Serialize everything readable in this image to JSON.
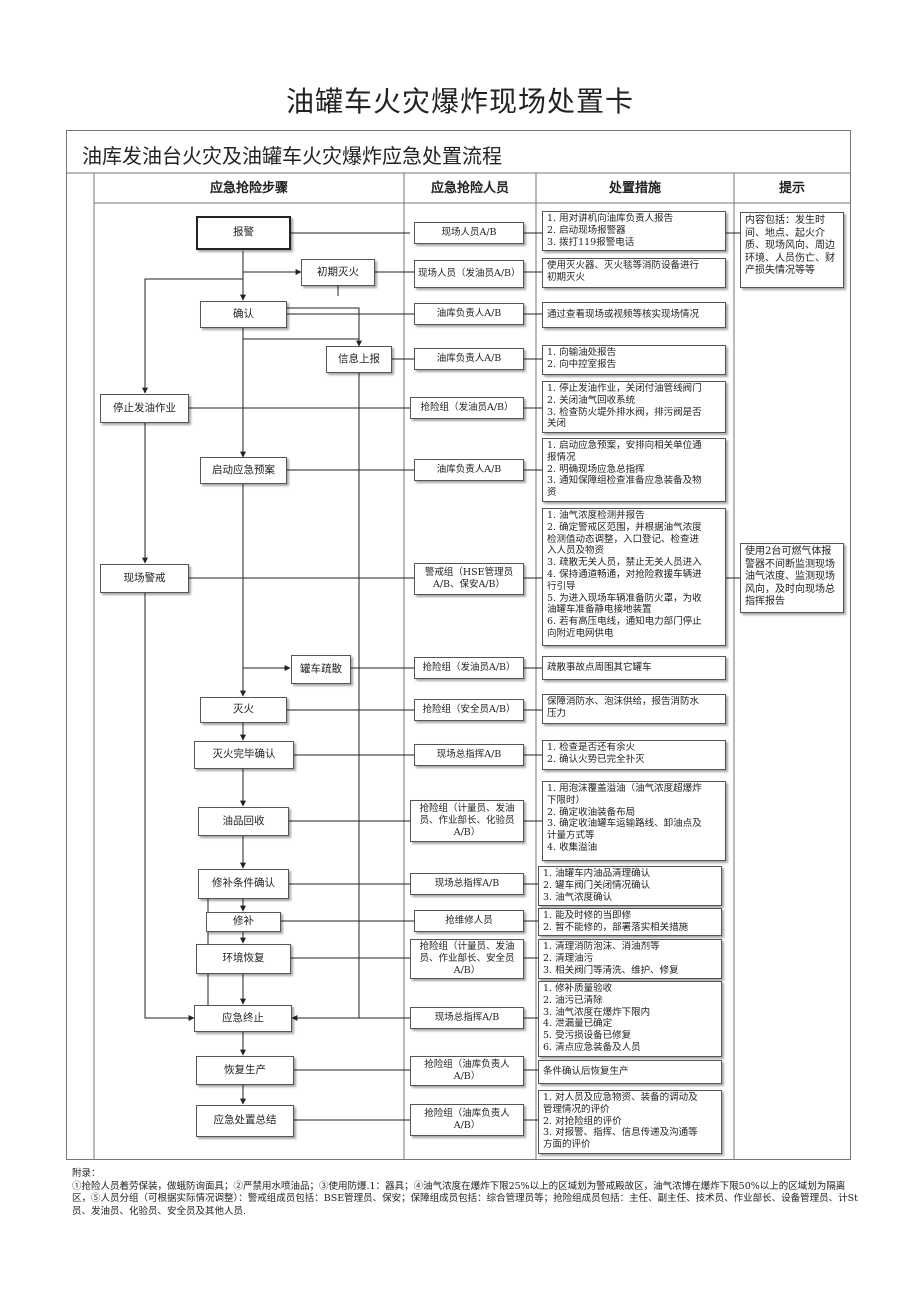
{
  "title": "油罐车火灾爆炸现场处置卡",
  "flow_title": "油库发油台火灾及油罐车火灾爆炸应急处置流程",
  "columns": [
    "应急抢险步骤",
    "应急抢险人员",
    "处置措施",
    "提示"
  ],
  "rows": [
    {
      "id": "baojing",
      "step": "报警",
      "staff": "现场人员A/B",
      "measures": [
        "1. 用对讲机向油库负责人报告",
        "2. 启动现场报警器",
        "3. 拨打119报警电话"
      ]
    },
    {
      "id": "chuqi",
      "step": "初期灭火",
      "staff": "现场人员（发油员A/B）",
      "measures": [
        "使用灭火器、灭火毯等消防设备进行",
        "初期灭火"
      ]
    },
    {
      "id": "queren",
      "step": "确认",
      "staff": "油库负责人A/B",
      "measures": [
        "通过查看现场或视频等核实现场情况"
      ]
    },
    {
      "id": "xinxi",
      "step": "信息上报",
      "staff": "油库负责人A/B",
      "measures": [
        "1. 向输油处报告",
        "2. 向中控室报告"
      ]
    },
    {
      "id": "tingzhi",
      "step": "停止发油作业",
      "staff": "抢险组（发油员A/B）",
      "measures": [
        "1. 停止发油作业，关闭付油管线阀门",
        "2. 关闭油气回收系统",
        "3. 检查防火堤外排水阀，排污阀是否",
        "关闭"
      ]
    },
    {
      "id": "qidong",
      "step": "启动应急预案",
      "staff": "油库负责人A/B",
      "measures": [
        "1. 启动应急预案，安排向相关单位通",
        "报情况",
        "2. 明确现场应急总指挥",
        "3. 通知保障组检查准备应急装备及物",
        "资"
      ]
    },
    {
      "id": "jingjie",
      "step": "现场警戒",
      "staff": "警戒组（HSE管理员A/B、保安A/B）",
      "measures": [
        "1. 油气浓度检测并报告",
        "2. 确定警戒区范围，并根据油气浓度",
        "检测值动态调整，入口登记、检查进",
        "入人员及物资",
        "3. 疏散无关人员，禁止无关人员进入",
        "4. 保持通道畅通，对抢险救援车辆进",
        "行引导",
        "5. 为进入现场车辆准备防火罩，为收",
        "油罐车准备静电接地装置",
        "6. 若有高压电线，通知电力部门停止",
        "向附近电网供电"
      ]
    },
    {
      "id": "shusan",
      "step": "罐车疏散",
      "staff": "抢险组（发油员A/B）",
      "measures": [
        "疏散事故点周围其它罐车"
      ]
    },
    {
      "id": "miehuo",
      "step": "灭火",
      "staff": "抢险组（安全员A/B）",
      "measures": [
        "保障消防水、泡沫供给，报告消防水",
        "压力"
      ]
    },
    {
      "id": "wanbi",
      "step": "灭火完毕确认",
      "staff": "现场总指挥A/B",
      "measures": [
        "1. 检查是否还有余火",
        "2. 确认火势已完全扑灭"
      ]
    },
    {
      "id": "huishou",
      "step": "油品回收",
      "staff": "抢险组（计量员、发油员、作业部长、化验员A/B）",
      "measures": [
        "1. 用泡沫覆盖溢油（油气浓度超爆炸",
        "下限时）",
        "2. 确定收油装备布局",
        "3. 确定收油罐车运输路线、卸油点及",
        "计量方式等",
        "4. 收集溢油"
      ]
    },
    {
      "id": "xiubu_tj",
      "step": "修补条件确认",
      "staff": "现场总指挥A/B",
      "measures": [
        "1. 油罐车内油品清理确认",
        "2. 罐车阀门关闭情况确认",
        "3. 油气浓度确认"
      ]
    },
    {
      "id": "xiubu",
      "step": "修补",
      "staff": "抢维修人员",
      "measures": [
        "1. 能及时修的当即修",
        "2. 暂不能修的，部署落实相关措施"
      ]
    },
    {
      "id": "huanjing",
      "step": "环境恢复",
      "staff": "抢险组（计量员、发油员、作业部长、安全员A/B）",
      "measures": [
        "1. 清理消防泡沫、消油剂等",
        "2. 清理油污",
        "3. 相关阀门等清洗、维护、修复"
      ]
    },
    {
      "id": "zhongzhi",
      "step": "应急终止",
      "staff": "现场总指挥A/B",
      "measures": [
        "1. 修补质量验收",
        "2. 油污已清除",
        "3. 油气浓度在爆炸下限内",
        "4. 泄漏量已确定",
        "5. 受污损设备已修复",
        "6. 清点应急装备及人员"
      ]
    },
    {
      "id": "huifu",
      "step": "恢复生产",
      "staff": "抢险组（油库负责人A/B）",
      "measures": [
        "条件确认后恢复生产"
      ]
    },
    {
      "id": "zongjie",
      "step": "应急处置总结",
      "staff": "抢险组（油库负责人A/B）",
      "measures": [
        "1. 对人员及应急物资、装备的调动及",
        "管理情况的评价",
        "2. 对抢险组的评价",
        "3. 对报警、指挥、信息传递及沟通等",
        "方面的评价"
      ]
    }
  ],
  "tips": [
    {
      "text": "内容包括：发生时间、地点、起火介质、现场风向、周边环境、人员伤亡、财产损失情况等等"
    },
    {
      "text": "使用2台可燃气体报警器不间断监测现场油气浓度、监测现场风向，及时向现场总指挥报告"
    }
  ],
  "appendix": [
    "附录：",
    "①抢险人员着劳保装，做蛾防询面具；②严禁用水喷油品；③使用防爆.1：器具；④油气浓度在爆炸下限25%以上的区域划为警戒殿故区，油气浓博在爆炸下限50%以上的区域划为隔离区，⑤人员分组（可根据实际情况调整）：警戒组成员包括：BSE管理员、保安；保障组成员包括：综合管理员等；抢险组成员包括：主任、副主任、技术员、作业部长、设备管理员、计St员、发油员、化验员、安全员及其他人员."
  ]
}
